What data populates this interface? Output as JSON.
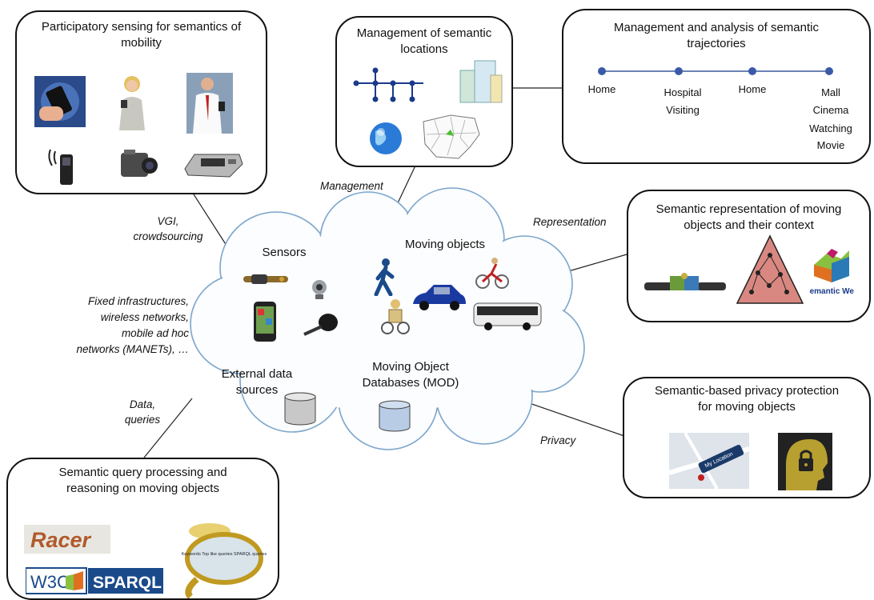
{
  "boxes": {
    "participatory": "Participatory sensing for semantics of mobility",
    "locations": "Management of semantic locations",
    "trajectories": "Management and analysis of semantic trajectories",
    "representation": "Semantic representation of moving objects and their context",
    "privacy_box": "Semantic-based privacy protection for moving objects",
    "query": "Semantic query processing and reasoning on moving objects"
  },
  "trajectory": {
    "stops": [
      {
        "place": "Home",
        "activity": ""
      },
      {
        "place": "Hospital",
        "activity": "Visiting"
      },
      {
        "place": "Home",
        "activity": ""
      },
      {
        "place": "Mall",
        "activity": "Cinema",
        "activity2": "Watching Movie"
      }
    ]
  },
  "edges": {
    "management": "Management",
    "vgi": "VGI, crowdsourcing",
    "representation": "Representation",
    "infra1": "Fixed infrastructures,",
    "infra2": "wireless networks,",
    "infra3": "mobile ad hoc",
    "infra4": "networks (MANETs), …",
    "data1": "Data,",
    "data2": "queries",
    "privacy": "Privacy"
  },
  "cloud": {
    "sensors": "Sensors",
    "moving_objects": "Moving objects",
    "external": "External data sources",
    "mod": "Moving Object Databases (MOD)"
  },
  "logos": {
    "racer": "Racer",
    "w3c": "W3C",
    "sparql": "SPARQL",
    "semantic_web": "Semantic Web",
    "location": "My Location",
    "magnifier": "Keywords Top like queries SPARQL queries"
  }
}
